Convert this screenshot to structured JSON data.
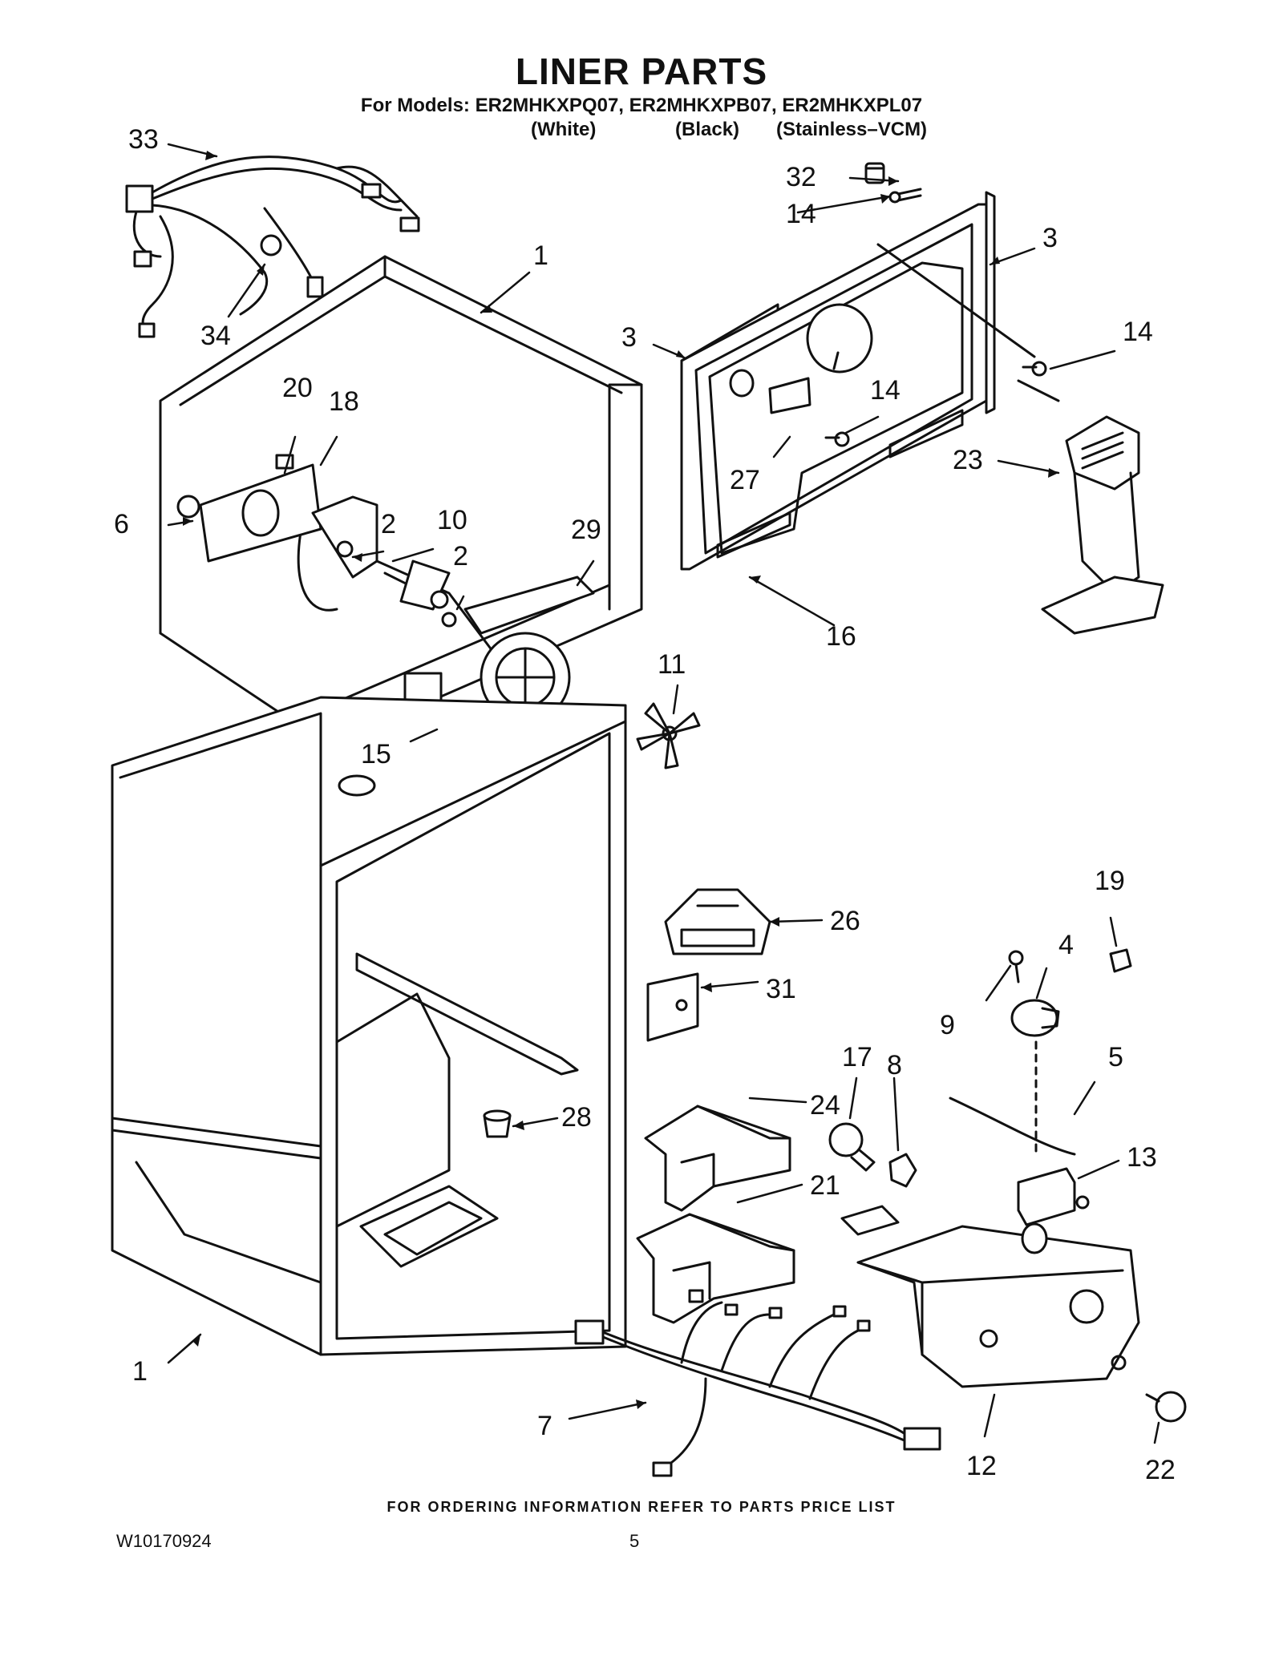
{
  "header": {
    "title": "LINER PARTS",
    "models_line": "For Models: ER2MHKXPQ07, ER2MHKXPB07, ER2MHKXPL07",
    "variants": [
      "(White)",
      "(Black)",
      "(Stainless–VCM)"
    ]
  },
  "callouts": {
    "c33": "33",
    "c34": "34",
    "c1a": "1",
    "c1b": "1",
    "c20": "20",
    "c18": "18",
    "c6": "6",
    "c2a": "2",
    "c2b": "2",
    "c10": "10",
    "c29": "29",
    "c15": "15",
    "c11": "11",
    "c32": "32",
    "c14a": "14",
    "c14b": "14",
    "c14c": "14",
    "c3a": "3",
    "c3b": "3",
    "c27": "27",
    "c23": "23",
    "c16": "16",
    "c26": "26",
    "c31": "31",
    "c19": "19",
    "c4": "4",
    "c9": "9",
    "c5": "5",
    "c17": "17",
    "c8": "8",
    "c24": "24",
    "c28": "28",
    "c21": "21",
    "c13": "13",
    "c12": "12",
    "c22": "22",
    "c7": "7"
  },
  "footer": {
    "ordering_note": "FOR ORDERING INFORMATION REFER TO PARTS PRICE LIST",
    "document_number": "W10170924",
    "page_number": "5"
  }
}
